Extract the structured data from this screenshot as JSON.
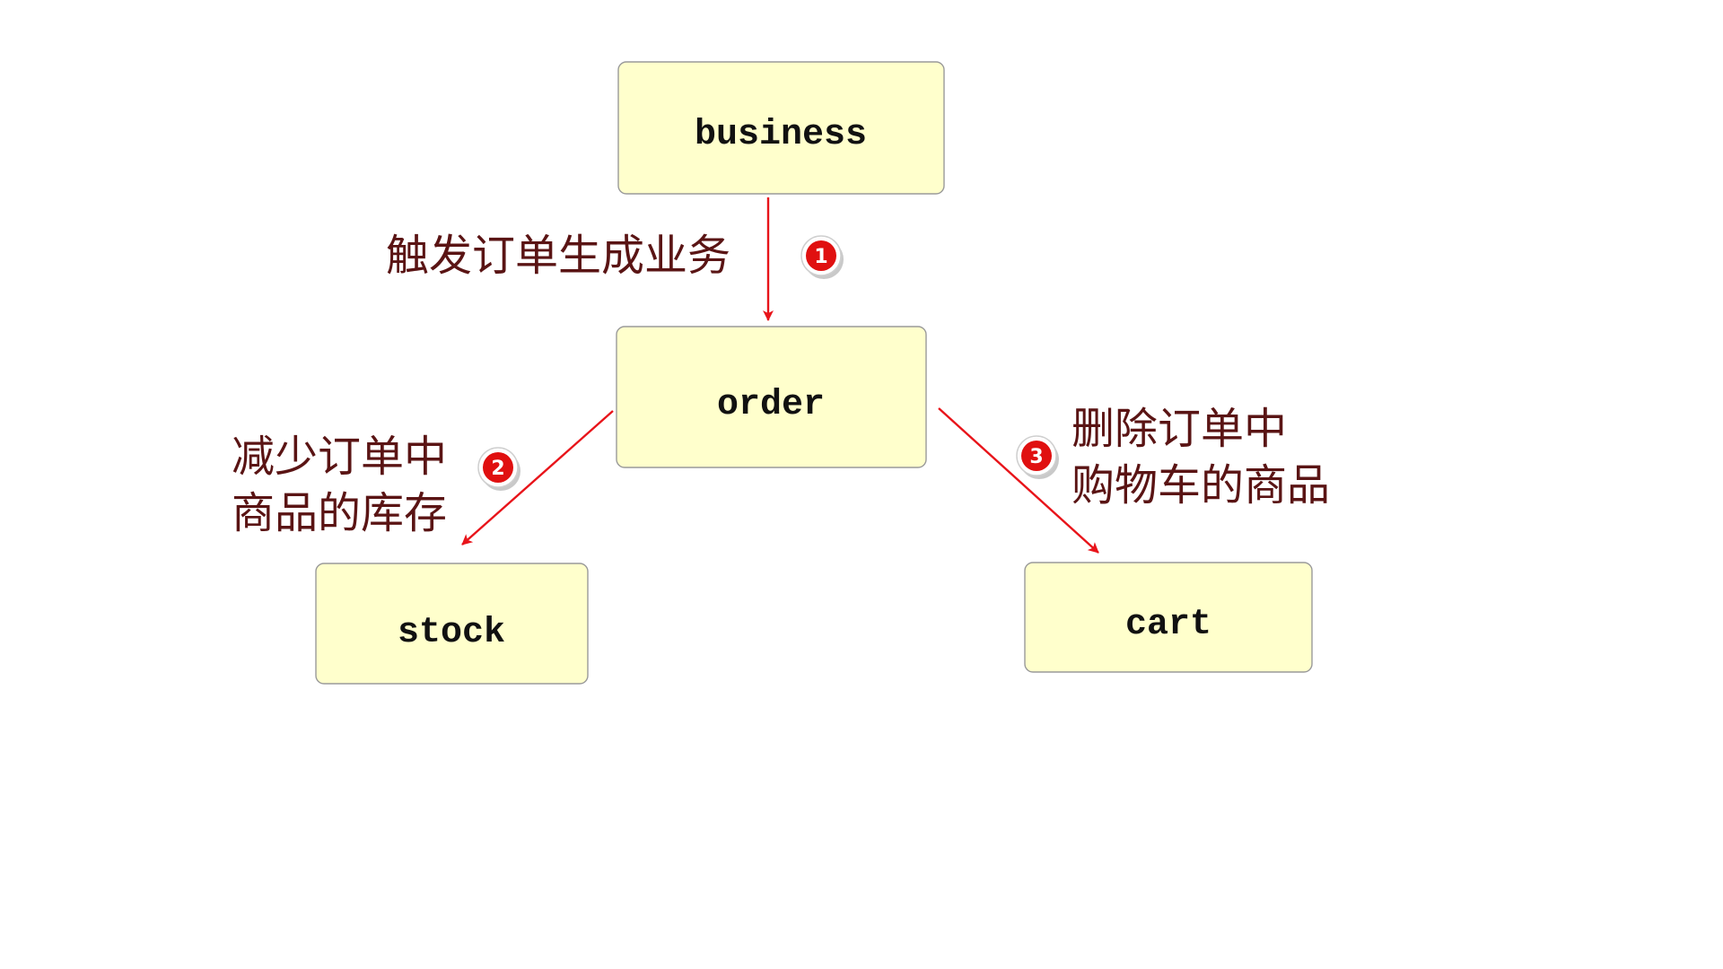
{
  "nodes": {
    "business": {
      "label": "business"
    },
    "order": {
      "label": "order"
    },
    "stock": {
      "label": "stock"
    },
    "cart": {
      "label": "cart"
    }
  },
  "edges": [
    {
      "from": "business",
      "to": "order",
      "step": "1",
      "label_lines": [
        "触发订单生成业务"
      ]
    },
    {
      "from": "order",
      "to": "stock",
      "step": "2",
      "label_lines": [
        "减少订单中",
        "商品的库存"
      ]
    },
    {
      "from": "order",
      "to": "cart",
      "step": "3",
      "label_lines": [
        "删除订单中",
        "购物车的商品"
      ]
    }
  ],
  "colors": {
    "node_fill": "#ffffcc",
    "arrow": "#e8141a",
    "label_text": "#5a1414"
  }
}
